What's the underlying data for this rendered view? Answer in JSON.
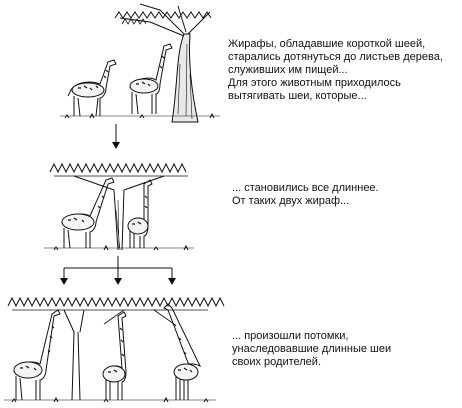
{
  "stages": [
    {
      "name": "short-necked giraffes",
      "caption_lines": [
        "Жирафы, обладавшие короткой шеей,",
        "старались дотянуться до листьев дерева,",
        "служивших им пищей...",
        "Для этого животным приходилось",
        "вытягивать шеи, которые..."
      ]
    },
    {
      "name": "longer-necked giraffes",
      "caption_lines": [
        "... становились все длиннее.",
        "От таких двух жираф..."
      ]
    },
    {
      "name": "long-necked offspring",
      "caption_lines": [
        "... произошли потомки,",
        "унаследовавшие длинные шеи",
        "своих родителей."
      ]
    }
  ],
  "colors": {
    "ink": "#111111",
    "background": "#ffffff"
  }
}
